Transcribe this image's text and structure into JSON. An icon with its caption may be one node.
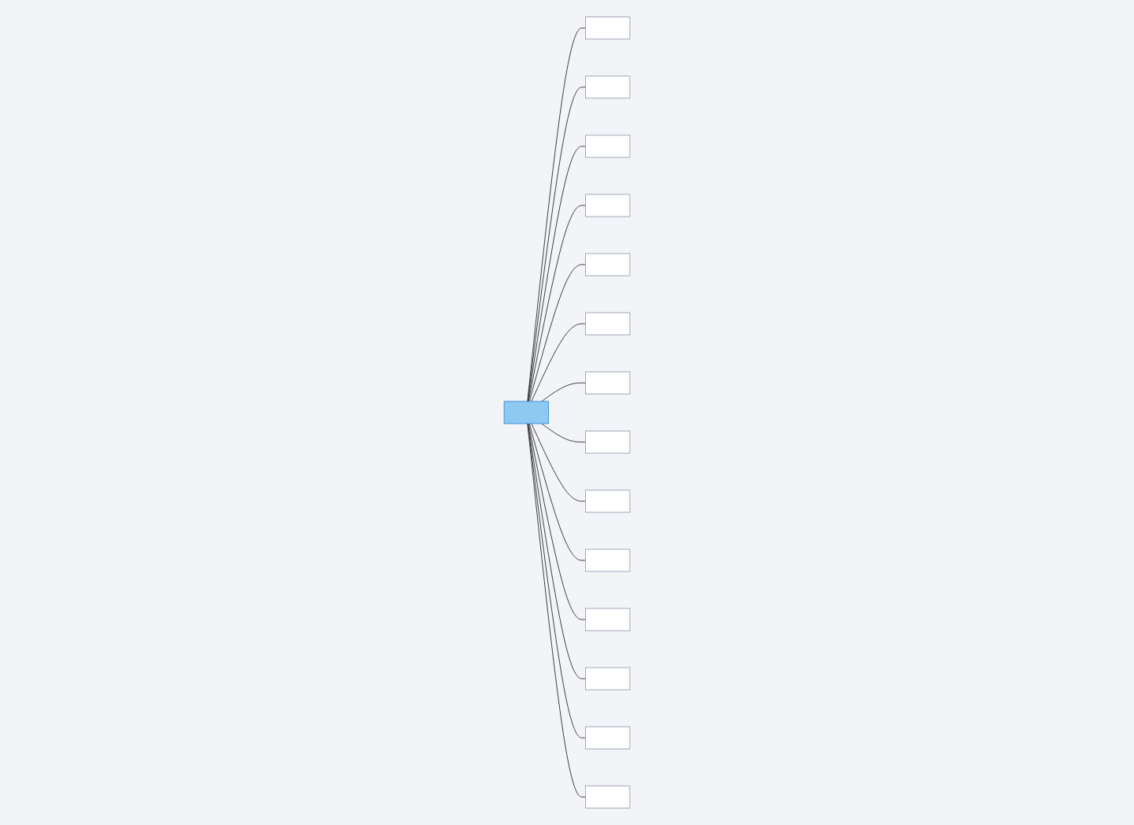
{
  "diagram": {
    "nodes": [
      {
        "text": [],
        "shape": "box"
      },
      {
        "text": [],
        "shape": "box"
      },
      {
        "text": [],
        "shape": "box"
      },
      {
        "text": [],
        "shape": "box"
      },
      {
        "text": [],
        "shape": "box"
      },
      {
        "text": [],
        "shape": "box"
      },
      {
        "text": [],
        "shape": "box"
      },
      {
        "text": [],
        "shape": "box"
      },
      {
        "text": [],
        "shape": "box"
      },
      {
        "text": [],
        "shape": "box"
      },
      {
        "text": [],
        "shape": "box"
      },
      {
        "text": [],
        "shape": "box"
      },
      {
        "text": [],
        "shape": "box"
      },
      {
        "text": [],
        "shape": "box"
      },
      {
        "text": [],
        "shape": "box"
      }
    ],
    "edges": [
      {
        "from": 0,
        "to": 1,
        "arrow": "none"
      },
      {
        "from": 0,
        "to": 2,
        "arrow": "none"
      },
      {
        "from": 0,
        "to": 3,
        "arrow": "none"
      },
      {
        "from": 0,
        "to": 4,
        "arrow": "none"
      },
      {
        "from": 0,
        "to": 5,
        "arrow": "none"
      },
      {
        "from": 0,
        "to": 6,
        "arrow": "none"
      },
      {
        "from": 0,
        "to": 7,
        "arrow": "none"
      },
      {
        "from": 0,
        "to": 8,
        "arrow": "none"
      },
      {
        "from": 0,
        "to": 9,
        "arrow": "none"
      },
      {
        "from": 0,
        "to": 10,
        "arrow": "none"
      },
      {
        "from": 0,
        "to": 11,
        "arrow": "none"
      },
      {
        "from": 0,
        "to": 12,
        "arrow": "none"
      },
      {
        "from": 0,
        "to": 13,
        "arrow": "none"
      },
      {
        "from": 0,
        "to": 14,
        "arrow": "none"
      }
    ]
  }
}
